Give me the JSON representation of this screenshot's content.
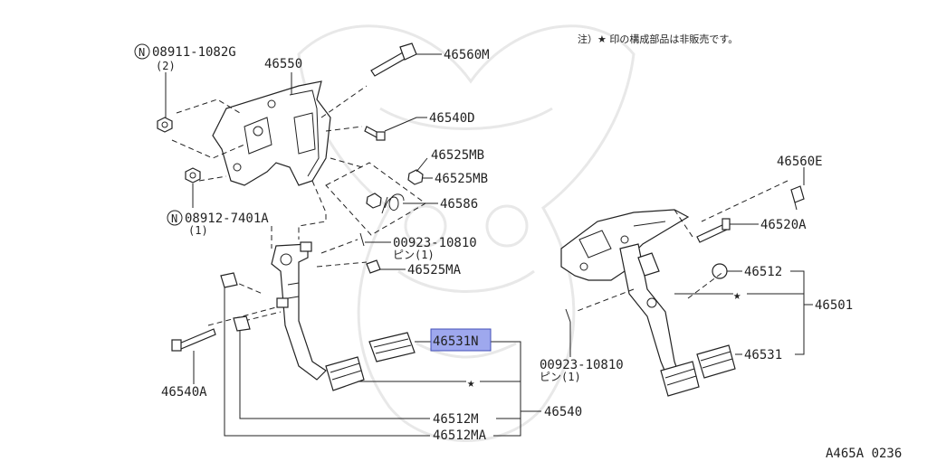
{
  "note": "注）★ 印の構成部品は非販売です。",
  "diagram_id": "A465A 0236",
  "labels": {
    "p08911": "08911-1082G",
    "p08911_qty": "(2)",
    "p46550": "46550",
    "p46560M": "46560M",
    "p46540D": "46540D",
    "p46525MB_1": "46525MB",
    "p46525MB_2": "46525MB",
    "p46586": "46586",
    "p08912": "08912-7401A",
    "p08912_qty": "(1)",
    "p00923_a": "00923-10810",
    "p00923_a_sub": "ピン(1)",
    "p46525MA": "46525MA",
    "p46531N": "46531N",
    "p46540A": "46540A",
    "p46540": "46540",
    "p46512M": "46512M",
    "p46512MA": "46512MA",
    "p46560E": "46560E",
    "p46520A": "46520A",
    "p46512": "46512",
    "p46501": "46501",
    "p00923_b": "00923-10810",
    "p00923_b_sub": "ピン(1)",
    "p46531": "46531"
  },
  "symbols": {
    "star": "★",
    "nut_marker": "N"
  },
  "colors": {
    "highlight": "#9ea8ee",
    "line": "#222222"
  }
}
